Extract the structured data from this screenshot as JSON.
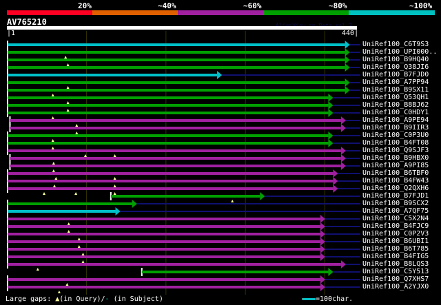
{
  "header": {
    "percent_labels": [
      "20%",
      "~40%",
      "~60%",
      "~80%",
      "~100%"
    ],
    "percent_colors": [
      "#ff0022",
      "#e06000",
      "#a020a0",
      "#00a000",
      "#00c0c0"
    ],
    "query_name": "AV765210",
    "version": "AlignView.pm Beta rel.7",
    "query_start": "1",
    "query_end": "440"
  },
  "query_length": 440,
  "colors": {
    "cyan": "#00c0c8",
    "green": "#00a000",
    "magenta": "#a020a0",
    "gap": "#ffff99",
    "overhang": "#101070"
  },
  "hits": [
    {
      "name": "UniRef100_C6T9S3",
      "color": "cyan",
      "start": 1,
      "end": 431,
      "gaps": []
    },
    {
      "name": "UniRef100_UPI000..",
      "color": "green",
      "start": 1,
      "end": 431,
      "gaps": [
        74
      ]
    },
    {
      "name": "UniRef100_B9HQ40",
      "color": "green",
      "start": 1,
      "end": 431,
      "gaps": [
        77
      ]
    },
    {
      "name": "UniRef100_Q38JI6",
      "color": "green",
      "start": 1,
      "end": 431,
      "gaps": []
    },
    {
      "name": "UniRef100_B7FJD0",
      "color": "cyan",
      "start": 1,
      "end": 270,
      "gaps": []
    },
    {
      "name": "UniRef100_A7PP94",
      "color": "green",
      "start": 1,
      "end": 431,
      "gaps": [
        77
      ]
    },
    {
      "name": "UniRef100_B9SX11",
      "color": "green",
      "start": 1,
      "end": 431,
      "gaps": [
        58
      ]
    },
    {
      "name": "UniRef100_Q53QH1",
      "color": "green",
      "start": 1,
      "end": 410,
      "gaps": [
        77
      ]
    },
    {
      "name": "UniRef100_B8BJ62",
      "color": "green",
      "start": 1,
      "end": 410,
      "gaps": [
        77
      ]
    },
    {
      "name": "UniRef100_C0HDY1",
      "color": "green",
      "start": 1,
      "end": 410,
      "gaps": [
        58
      ]
    },
    {
      "name": "UniRef100_A9PE94",
      "color": "magenta",
      "start": 4,
      "end": 426,
      "gaps": [
        88
      ]
    },
    {
      "name": "UniRef100_B9IIR3",
      "color": "magenta",
      "start": 4,
      "end": 426,
      "gaps": [
        88
      ]
    },
    {
      "name": "UniRef100_C0P3U0",
      "color": "green",
      "start": 1,
      "end": 410,
      "gaps": [
        58
      ]
    },
    {
      "name": "UniRef100_B4FT08",
      "color": "green",
      "start": 1,
      "end": 410,
      "gaps": [
        58
      ]
    },
    {
      "name": "UniRef100_Q9SJF3",
      "color": "magenta",
      "start": 1,
      "end": 426,
      "gaps": [
        99,
        136
      ]
    },
    {
      "name": "UniRef100_B9HBX0",
      "color": "magenta",
      "start": 4,
      "end": 426,
      "gaps": [
        59
      ]
    },
    {
      "name": "UniRef100_A9PI85",
      "color": "magenta",
      "start": 4,
      "end": 426,
      "gaps": [
        59
      ]
    },
    {
      "name": "UniRef100_B6TBF0",
      "color": "magenta",
      "start": 1,
      "end": 416,
      "gaps": [
        62,
        136
      ]
    },
    {
      "name": "UniRef100_B4FW43",
      "color": "magenta",
      "start": 1,
      "end": 416,
      "gaps": [
        60,
        136
      ]
    },
    {
      "name": "UniRef100_Q2QXH6",
      "color": "magenta",
      "start": 1,
      "end": 416,
      "gaps": [
        47,
        87,
        136
      ]
    },
    {
      "name": "UniRef100_B7FJD1",
      "color": "green",
      "start": 131,
      "end": 324,
      "gaps": [
        284
      ]
    },
    {
      "name": "UniRef100_B9SCX2",
      "color": "green",
      "start": 1,
      "end": 163,
      "gaps": []
    },
    {
      "name": "UniRef100_A7QF75",
      "color": "cyan",
      "start": 1,
      "end": 142,
      "gaps": []
    },
    {
      "name": "UniRef100_C5X2N4",
      "color": "magenta",
      "start": 1,
      "end": 400,
      "gaps": [
        78
      ]
    },
    {
      "name": "UniRef100_B4FJC9",
      "color": "magenta",
      "start": 1,
      "end": 400,
      "gaps": [
        78
      ]
    },
    {
      "name": "UniRef100_C0P2V3",
      "color": "magenta",
      "start": 1,
      "end": 400,
      "gaps": [
        91
      ]
    },
    {
      "name": "UniRef100_B6UBI1",
      "color": "magenta",
      "start": 1,
      "end": 400,
      "gaps": [
        91
      ]
    },
    {
      "name": "UniRef100_B6T785",
      "color": "magenta",
      "start": 1,
      "end": 400,
      "gaps": [
        96
      ]
    },
    {
      "name": "UniRef100_B4FIG5",
      "color": "magenta",
      "start": 1,
      "end": 400,
      "gaps": [
        96
      ]
    },
    {
      "name": "UniRef100_B8LQS3",
      "color": "magenta",
      "start": 1,
      "end": 426,
      "gaps": [
        39
      ]
    },
    {
      "name": "UniRef100_C5Y513",
      "color": "green",
      "start": 170,
      "end": 410,
      "gaps": []
    },
    {
      "name": "UniRef100_Q7XHS7",
      "color": "magenta",
      "start": 1,
      "end": 400,
      "gaps": [
        76
      ]
    },
    {
      "name": "UniRef100_A2YJX0",
      "color": "magenta",
      "start": 1,
      "end": 400,
      "gaps": [
        66
      ]
    }
  ],
  "legend": {
    "label": "Large gaps:",
    "query_gap": "(in Query)/",
    "subject_gap": "(in Subject)",
    "scale_label": "=100char."
  }
}
